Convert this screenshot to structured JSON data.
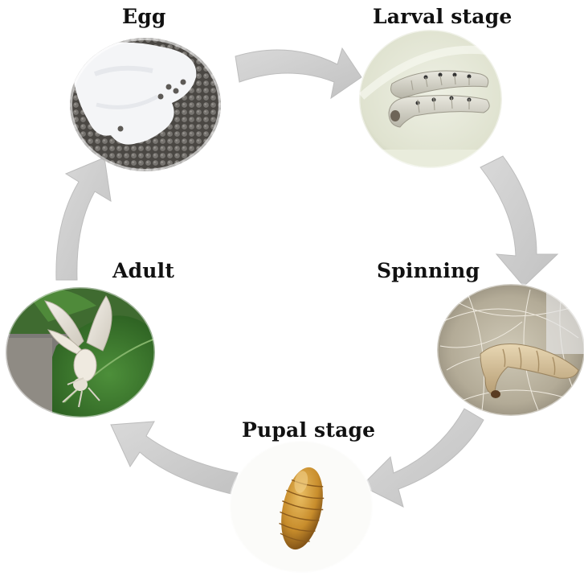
{
  "diagram": {
    "stages": [
      {
        "id": "egg",
        "label": "Egg"
      },
      {
        "id": "larval",
        "label": "Larval stage"
      },
      {
        "id": "spinning",
        "label": "Spinning"
      },
      {
        "id": "pupal",
        "label": "Pupal stage"
      },
      {
        "id": "adult",
        "label": "Adult"
      }
    ],
    "colors": {
      "arrow_fill": "#cfcfcf",
      "arrow_stroke": "#bdbdbd",
      "label_text": "#111111"
    }
  }
}
